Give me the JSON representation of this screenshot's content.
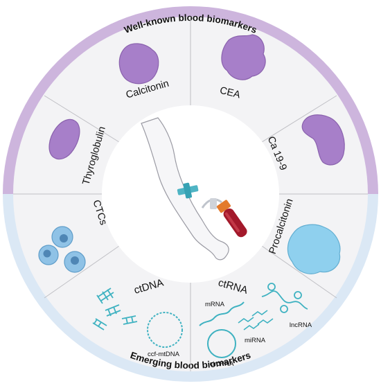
{
  "ring": {
    "top_title": "Well-known blood biomarkers",
    "bottom_title": "Emerging blood biomarkers"
  },
  "segments": {
    "calcitonin": "Calcitonin",
    "cea": "CEA",
    "ca199": "Ca 19-9",
    "procalcitonin": "Procalcitonin",
    "thyroglobulin": "Thyroglobulin",
    "ctcs": "CTCs",
    "ctdna": "ctDNA",
    "ctrna": "ctRNA"
  },
  "subtypes": {
    "ccf_mtdna": "ccf-mtDNA",
    "mrna": "mRNA",
    "mirna": "miRNA",
    "lncrna": "lncRNA",
    "circrna": "circRNA"
  },
  "colors": {
    "well_known_ring": "#cdb5dd",
    "emerging_ring": "#dbe8f5",
    "segment_fill": "#f3f3f5",
    "protein_purple": "#a77fc9",
    "protein_blue": "#8fd0ee",
    "nucleic_teal": "#4cb6c6"
  }
}
